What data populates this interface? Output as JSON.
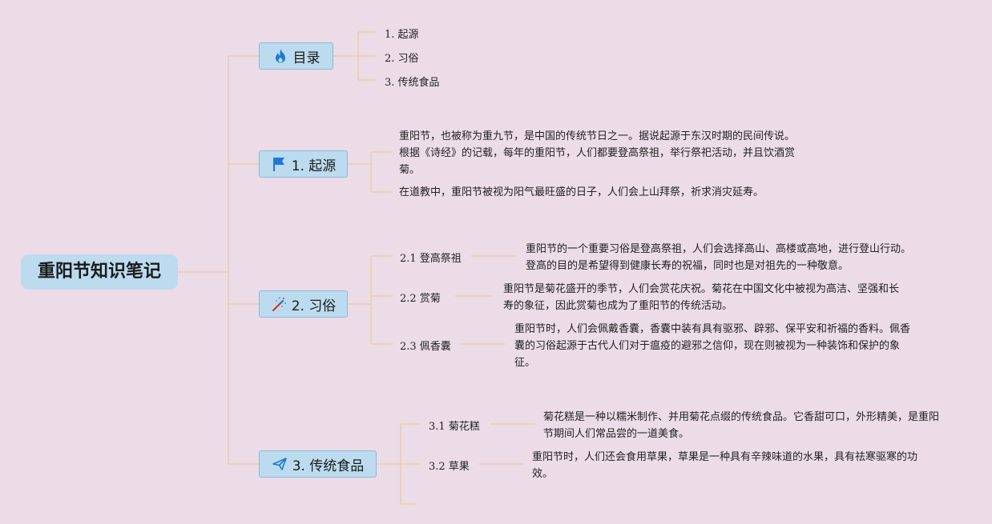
{
  "root": {
    "title": "重阳节知识笔记"
  },
  "toc": {
    "title": "目录",
    "icon": "flame-icon",
    "items": [
      "1. 起源",
      "2. 习俗",
      "3. 传统食品"
    ]
  },
  "origin": {
    "title": "1. 起源",
    "icon": "flag-icon",
    "paragraphs": [
      "重阳节，也被称为重九节，是中国的传统节日之一。据说起源于东汉时期的民间传说。根据《诗经》的记载，每年的重阳节，人们都要登高祭祖，举行祭祀活动，并且饮酒赏菊。",
      "在道教中，重阳节被视为阳气最旺盛的日子，人们会上山拜祭，祈求消灾延寿。"
    ]
  },
  "customs": {
    "title": "2. 习俗",
    "icon": "magic-wand-icon",
    "items": [
      {
        "label": "2.1 登高祭祖",
        "text": "重阳节的一个重要习俗是登高祭祖，人们会选择高山、高楼或高地，进行登山行动。登高的目的是希望得到健康长寿的祝福，同时也是对祖先的一种敬意。"
      },
      {
        "label": "2.2 赏菊",
        "text": "重阳节是菊花盛开的季节，人们会赏花庆祝。菊花在中国文化中被视为高洁、坚强和长寿的象征，因此赏菊也成为了重阳节的传统活动。"
      },
      {
        "label": "2.3 佩香囊",
        "text": "重阳节时，人们会佩戴香囊，香囊中装有具有驱邪、辟邪、保平安和祈福的香料。佩香囊的习俗起源于古代人们对于瘟疫的避邪之信仰，现在则被视为一种装饰和保护的象征。"
      }
    ]
  },
  "foods": {
    "title": "3. 传统食品",
    "icon": "paper-plane-icon",
    "items": [
      {
        "label": "3.1 菊花糕",
        "text": "菊花糕是一种以糯米制作、并用菊花点缀的传统食品。它香甜可口，外形精美，是重阳节期间人们常品尝的一道美食。"
      },
      {
        "label": "3.2 草果",
        "text": "重阳节时，人们还会食用草果，草果是一种具有辛辣味道的水果，具有祛寒驱寒的功效。"
      }
    ]
  },
  "colors": {
    "background": "#ecdce8",
    "node_fill": "#bcdbee",
    "node_border": "#8bbad6",
    "connector": "#e6cfa4",
    "icon_blue": "#1e78d7",
    "icon_red": "#c83a2a"
  }
}
